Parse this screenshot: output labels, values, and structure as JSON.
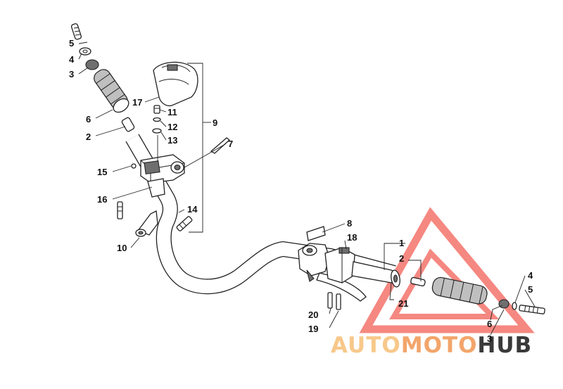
{
  "diagram": {
    "callouts": [
      {
        "id": "c5a",
        "text": "5"
      },
      {
        "id": "c4a",
        "text": "4"
      },
      {
        "id": "c3a",
        "text": "3"
      },
      {
        "id": "c6a",
        "text": "6"
      },
      {
        "id": "c2a",
        "text": "2"
      },
      {
        "id": "c17",
        "text": "17"
      },
      {
        "id": "c11",
        "text": "11"
      },
      {
        "id": "c12",
        "text": "12"
      },
      {
        "id": "c13",
        "text": "13"
      },
      {
        "id": "c9",
        "text": "9"
      },
      {
        "id": "c7",
        "text": "7"
      },
      {
        "id": "c15",
        "text": "15"
      },
      {
        "id": "c16",
        "text": "16"
      },
      {
        "id": "c14",
        "text": "14"
      },
      {
        "id": "c10",
        "text": "10"
      },
      {
        "id": "c8",
        "text": "8"
      },
      {
        "id": "c18",
        "text": "18"
      },
      {
        "id": "c1",
        "text": "1"
      },
      {
        "id": "c2b",
        "text": "2"
      },
      {
        "id": "c21",
        "text": "21"
      },
      {
        "id": "c20",
        "text": "20"
      },
      {
        "id": "c19",
        "text": "19"
      },
      {
        "id": "c6b",
        "text": "6"
      },
      {
        "id": "c3b",
        "text": "3"
      },
      {
        "id": "c4b",
        "text": "4"
      },
      {
        "id": "c5b",
        "text": "5"
      }
    ]
  },
  "watermark": {
    "word_parts": [
      "AUTO",
      "MOTO",
      "HUB"
    ],
    "colors": {
      "auto": "#f7c88a",
      "moto": "#f3a56b",
      "hub": "#3a3a3a",
      "triangle": "#f15a50"
    }
  }
}
